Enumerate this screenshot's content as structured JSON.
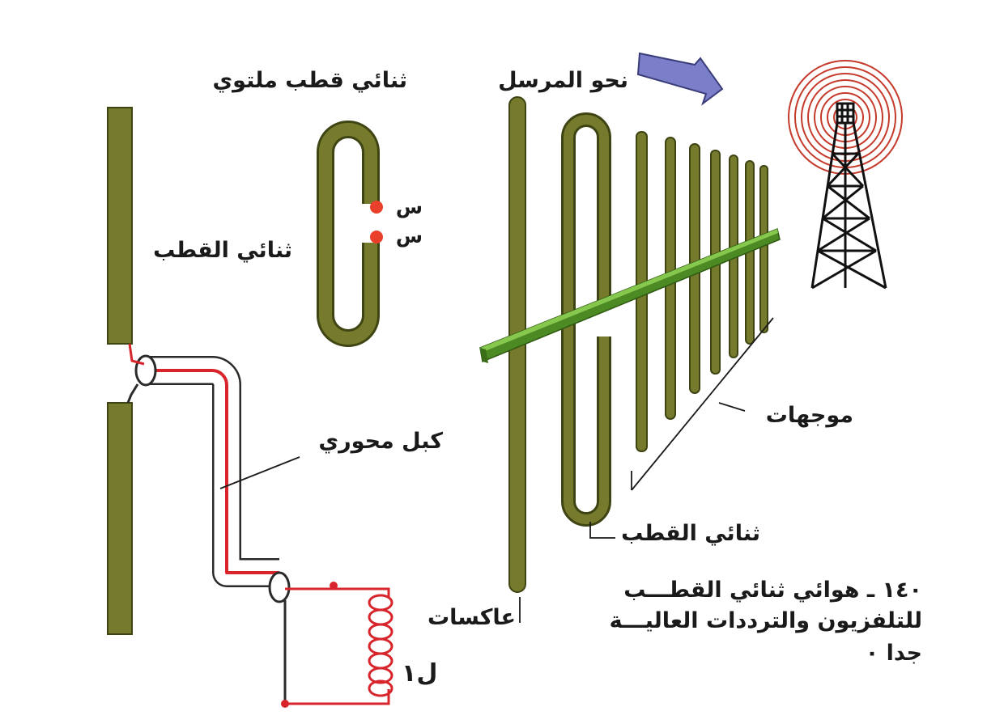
{
  "labels": {
    "folded_dipole": "ثنائي قطب ملتوي",
    "toward_transmitter": "نحو المرسل",
    "point_a": "س",
    "point_b": "س",
    "dipole_left": "ثنائي القطب",
    "coax_cable": "كبل محوري",
    "directors": "موجهات",
    "dipole_right": "ثنائي القطب",
    "reflector": "عاكسات",
    "coil": "ل١"
  },
  "caption": {
    "line1": "١٤٠ ـ هوائي ثنائي القطـــب",
    "line2": "للتلفزيون والترددات العاليـــة",
    "line3": "جدا ٠"
  },
  "colors": {
    "rod": "#757a2c",
    "rod_edge": "#3f4413",
    "boom": "#5a9a2c",
    "boom_light": "#7cc046",
    "wire": "#d8242b",
    "arrow": "#7b7ec8",
    "wave": "#c53a2a"
  }
}
